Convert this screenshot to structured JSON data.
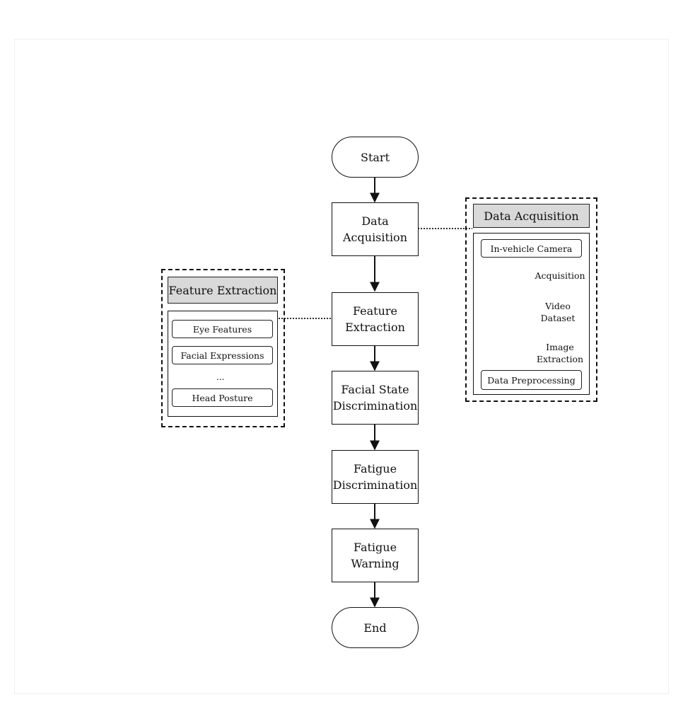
{
  "flow": {
    "start": "Start",
    "data_acquisition": "Data\nAcquisition",
    "feature_extraction": "Feature\nExtraction",
    "facial_state": "Facial State\nDiscrimination",
    "fatigue_discrimination": "Fatigue\nDiscrimination",
    "fatigue_warning": "Fatigue\nWarning",
    "end": "End"
  },
  "feature_panel": {
    "title": "Feature Extraction",
    "items": [
      "Eye Features",
      "Facial Expressions",
      "...",
      "Head Posture"
    ]
  },
  "acquisition_panel": {
    "title": "Data Acquisition",
    "camera": "In-vehicle Camera",
    "acquisition_note": "Acquisition",
    "dataset_note": "Video\nDataset",
    "extraction_note": "Image\nExtraction",
    "preprocessing": "Data Preprocessing"
  }
}
